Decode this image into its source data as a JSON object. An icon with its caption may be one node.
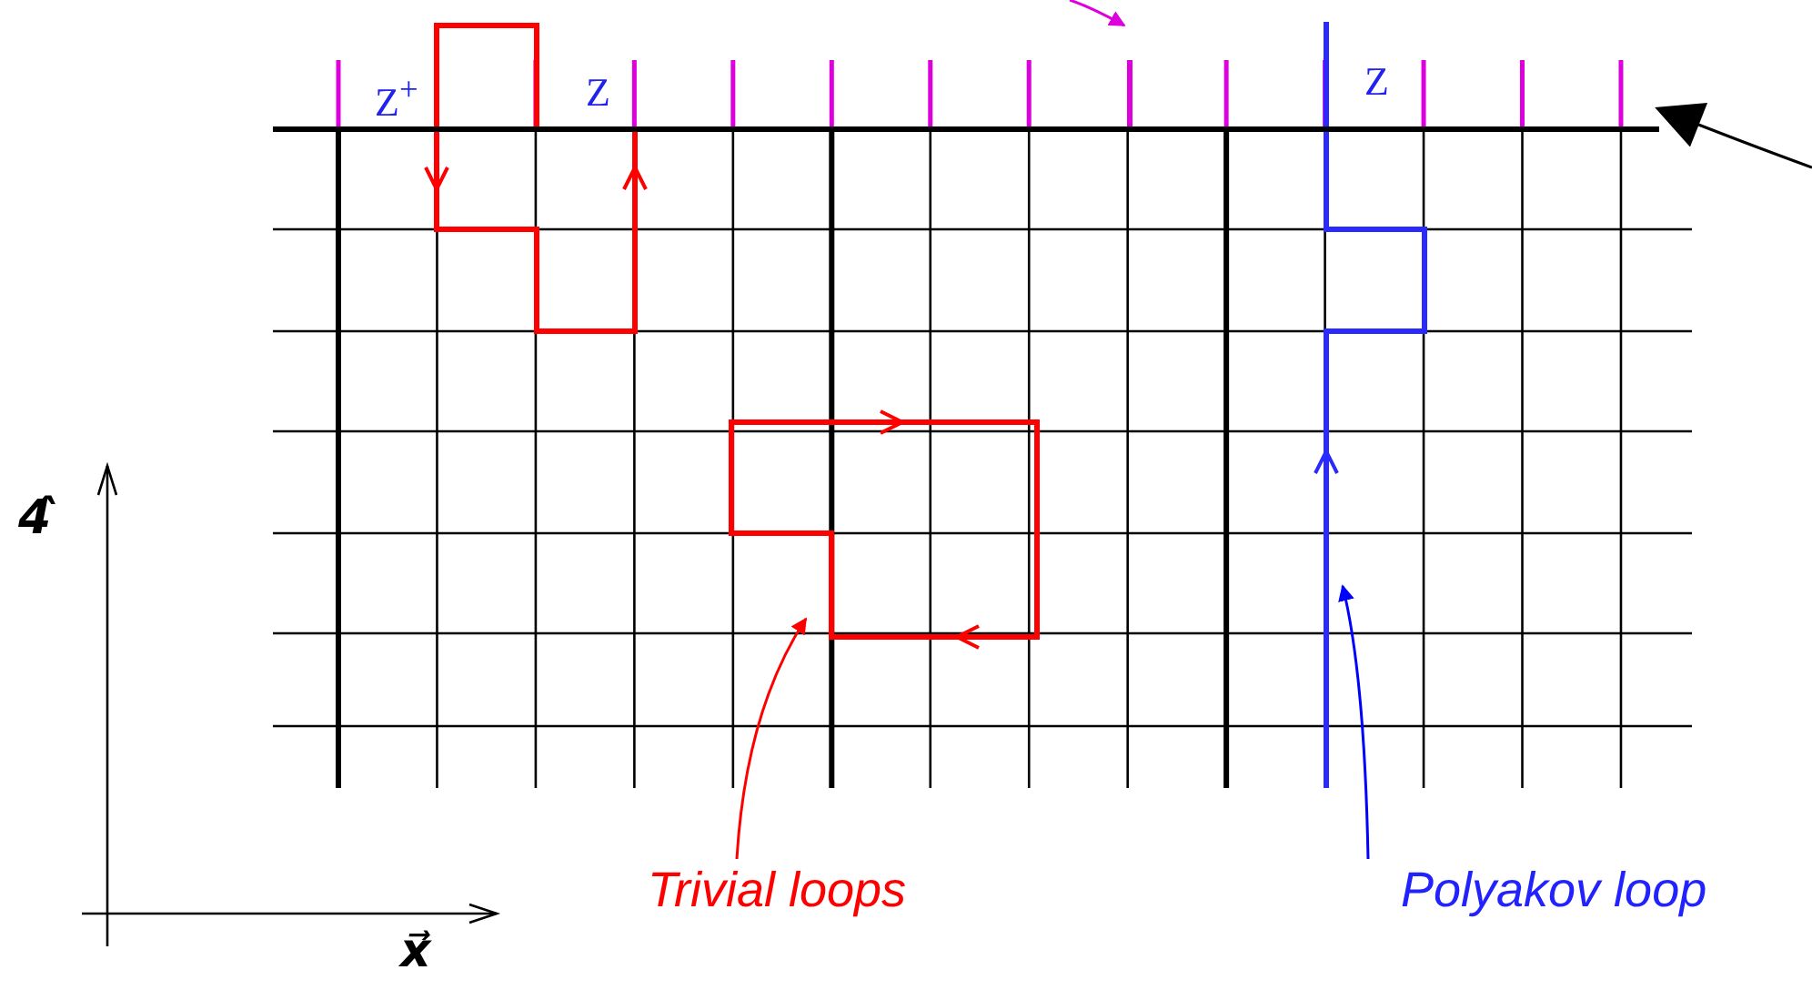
{
  "diagram": {
    "nodes": [
      {
        "text": [],
        "shape": "loop"
      },
      {
        "text": [],
        "shape": "loop"
      },
      {
        "text": [],
        "shape": "line"
      },
      {
        "text": [],
        "shape": "bar"
      },
      {
        "text": [],
        "shape": "line"
      },
      {
        "text": [
          "Trivial loops"
        ]
      },
      {
        "text": [
          "Polyakov loop"
        ]
      }
    ],
    "edges": [
      {
        "from": 5,
        "to": 1,
        "arrow": "to",
        "color": "#ff0000"
      },
      {
        "from": 6,
        "to": 2,
        "arrow": "to",
        "color": "#0000ff"
      },
      {
        "from": null,
        "to": 3,
        "arrow": "to",
        "color": "#dd00dd"
      },
      {
        "from": null,
        "to": 4,
        "arrow": "to",
        "color": "#000000"
      }
    ],
    "labels": [
      "Z$^{+}$",
      "Z",
      "Z",
      "4̂",
      "x⃗"
    ]
  }
}
